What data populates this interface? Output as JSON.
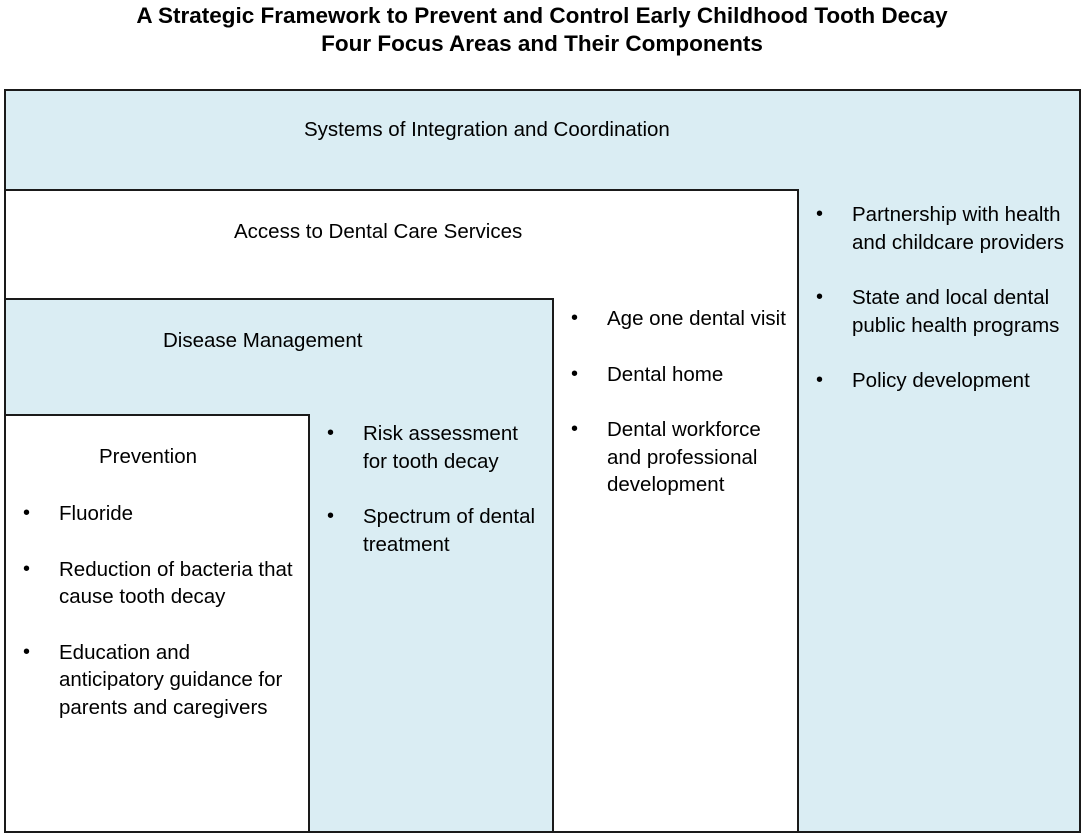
{
  "title": {
    "line1": "A Strategic Framework to Prevent and Control Early Childhood Tooth Decay",
    "line2": "Four Focus Areas and Their Components"
  },
  "systems": {
    "heading": "Systems of Integration and Coordination",
    "items": [
      "Partnership with health and childcare providers",
      "State and local dental public health programs",
      "Policy development"
    ]
  },
  "access": {
    "heading": "Access to Dental Care Services",
    "items": [
      "Age one dental visit",
      "Dental home",
      "Dental workforce and professional development"
    ]
  },
  "disease": {
    "heading": "Disease Management",
    "items": [
      "Risk assessment for tooth decay",
      "Spectrum of dental treatment"
    ]
  },
  "prevention": {
    "heading": "Prevention",
    "items": [
      "Fluoride",
      "Reduction of bacteria that cause tooth decay",
      "Education and anticipatory guidance for parents and caregivers"
    ]
  },
  "colors": {
    "blue_fill": "#daedf3",
    "white_fill": "#ffffff",
    "border": "#1a1a1a"
  }
}
